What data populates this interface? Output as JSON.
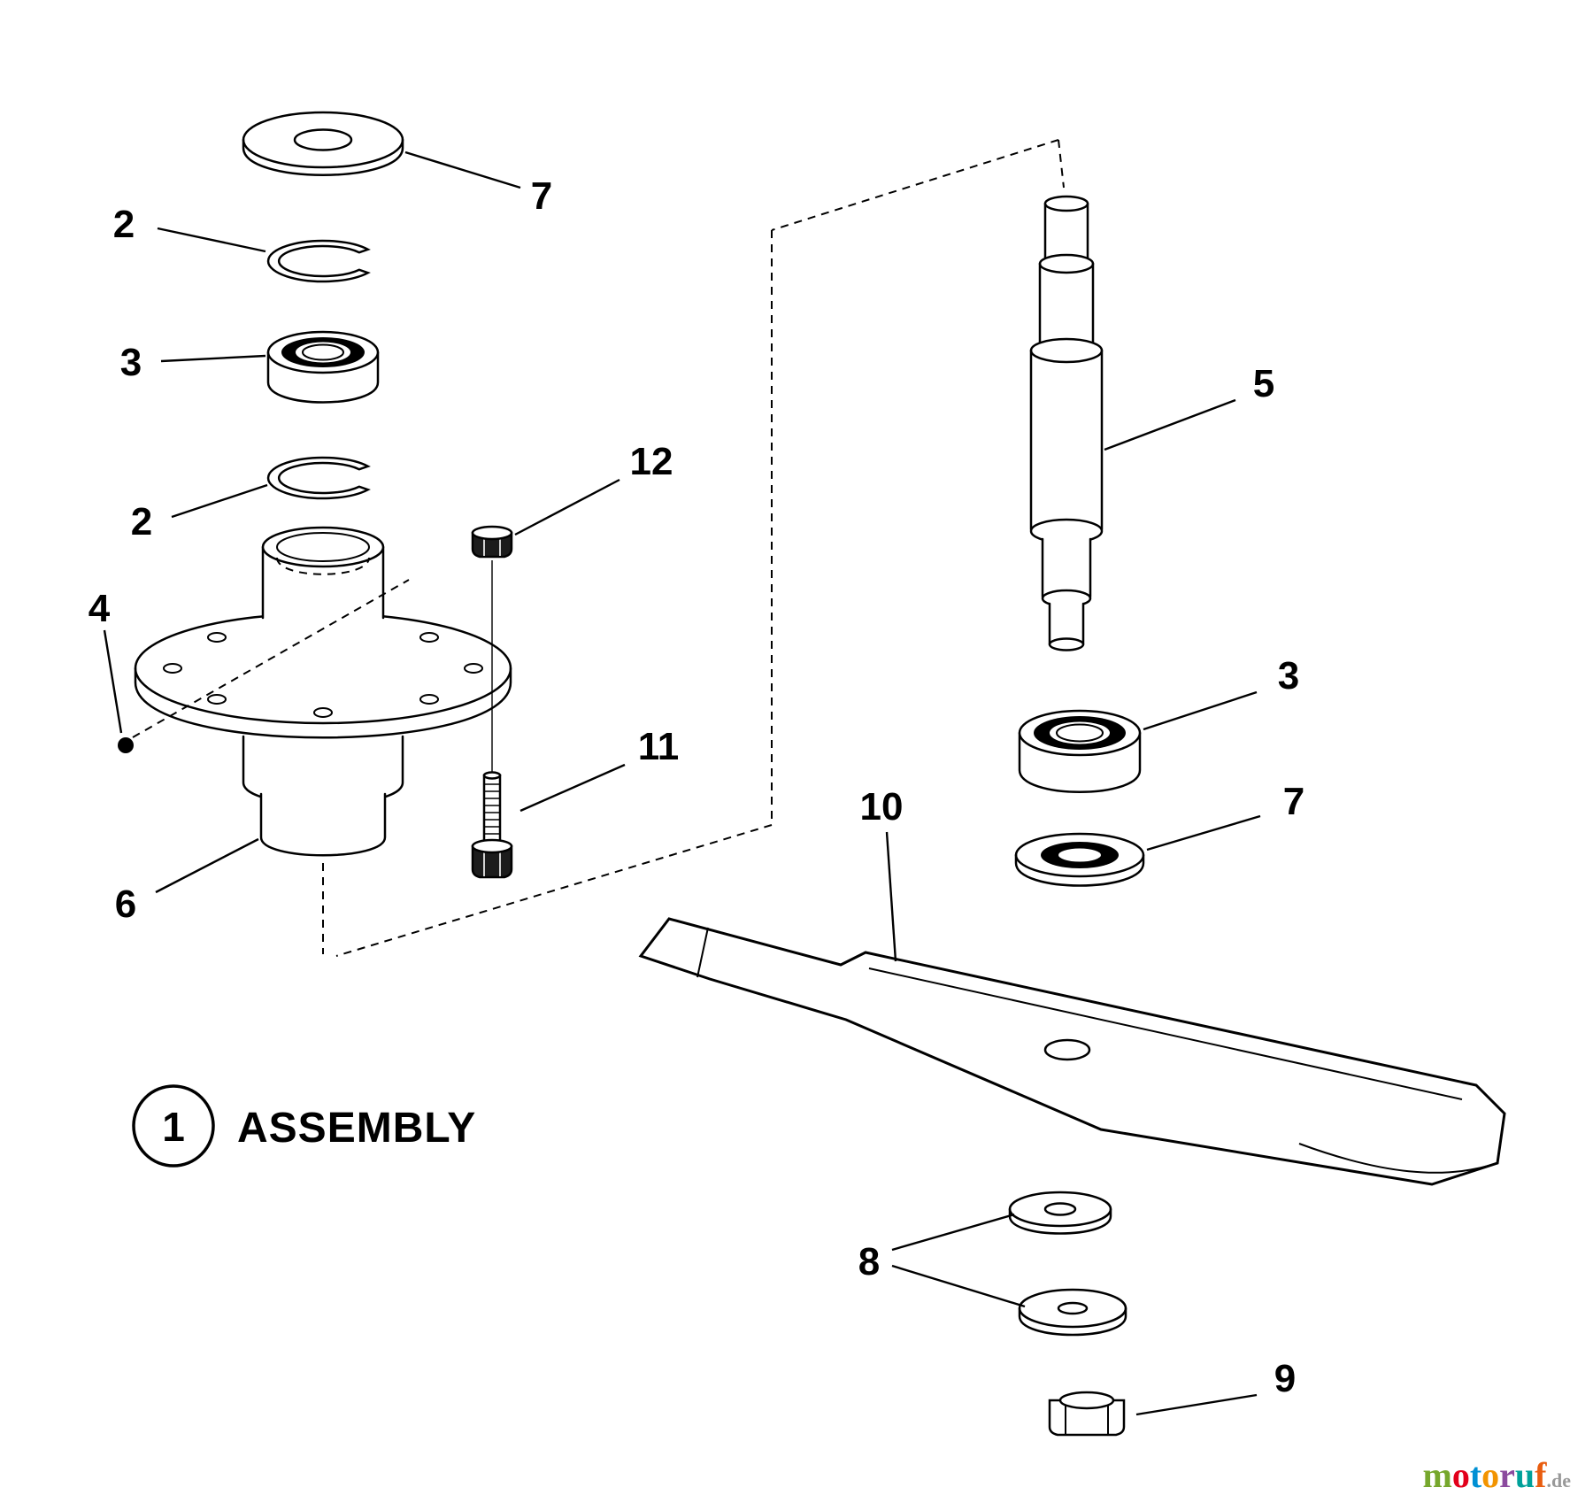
{
  "diagram": {
    "ink": "#000000",
    "background": "#ffffff",
    "callout": {
      "number": "1",
      "label": "ASSEMBLY"
    },
    "part_labels": [
      "7",
      "2",
      "3",
      "2",
      "12",
      "4",
      "11",
      "6",
      "5",
      "3",
      "7",
      "10",
      "8",
      "9"
    ]
  },
  "watermark": {
    "letters": [
      {
        "char": "m",
        "color": "#76a72c"
      },
      {
        "char": "o",
        "color": "#e2001a"
      },
      {
        "char": "t",
        "color": "#0090d4"
      },
      {
        "char": "o",
        "color": "#f29400"
      },
      {
        "char": "r",
        "color": "#8b4a9e"
      },
      {
        "char": "u",
        "color": "#00a19a"
      },
      {
        "char": "f",
        "color": "#e95d0f"
      }
    ],
    "suffix": ".de"
  }
}
